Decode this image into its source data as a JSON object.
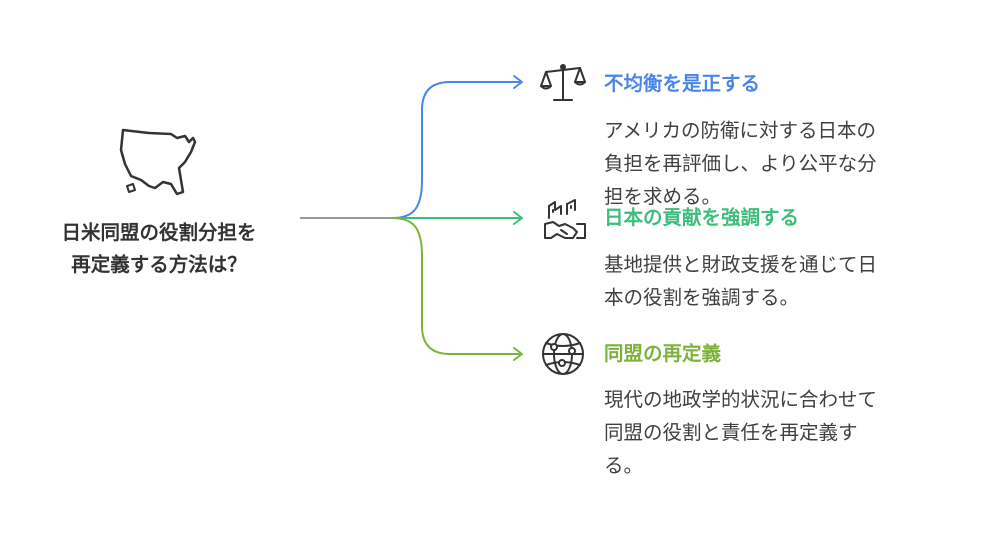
{
  "central": {
    "lines": [
      "日米同盟の役割分担を",
      "再定義する方法は？"
    ],
    "icon": "usa-map-icon"
  },
  "options": [
    {
      "title": "不均衡を是正する",
      "color": "#4A86E8",
      "icon": "balance-scale-icon",
      "description": [
        "アメリカの防衛に対する日本の",
        "負担を再評価し、より公平な分",
        "担を求める。"
      ]
    },
    {
      "title": "日本の貢献を強調する",
      "color": "#3DBE7A",
      "icon": "handshake-factory-icon",
      "description": [
        "基地提供と財政支援を通じて日",
        "本の役割を強調する。"
      ]
    },
    {
      "title": "同盟の再定義",
      "color": "#7CB33A",
      "icon": "globe-network-icon",
      "description": [
        "現代の地政学的状況に合わせて",
        "同盟の役割と責任を再定義す",
        "る。"
      ]
    }
  ],
  "colors": {
    "trunk": "#999999",
    "text": "#333333",
    "description": "#404040"
  }
}
